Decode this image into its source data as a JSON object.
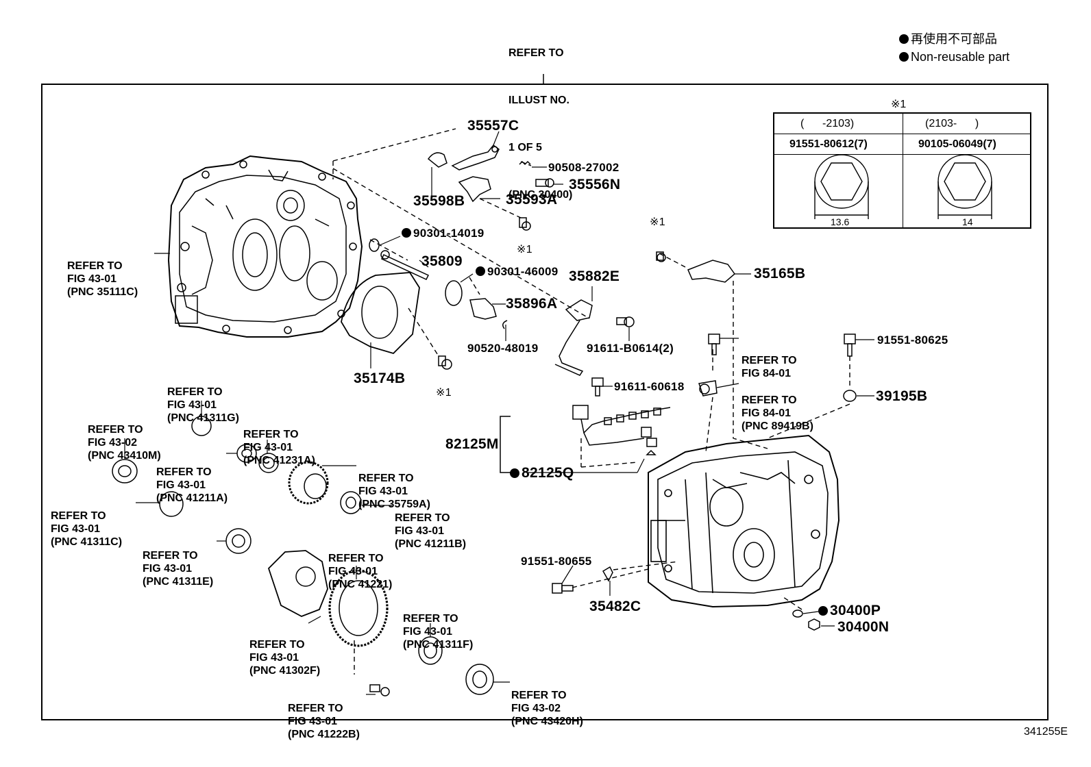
{
  "legend": {
    "ja": "再使用不可部品",
    "en": "Non-reusable part"
  },
  "figure_id": "341255E",
  "top_reference": [
    "REFER TO",
    "ILLUST NO.",
    "1 OF 5",
    "(PNC 30400)"
  ],
  "table": {
    "mark": "※1",
    "col1_range": "(      -2103)",
    "col2_range": "(2103-      )",
    "col1_part": "91551-80612(7)",
    "col2_part": "90105-06049(7)",
    "col1_size": "13.6",
    "col2_size": "14"
  },
  "parts": {
    "p35557C": "35557C",
    "p90508": "90508-27002",
    "p35556N": "35556N",
    "p35598B": "35598B",
    "p35593A": "35593A",
    "p90301_14019": "90301-14019",
    "p35809": "35809",
    "p90301_46009": "90301-46009",
    "p35882E": "35882E",
    "p35896A": "35896A",
    "p90520": "90520-48019",
    "p91611_B0614": "91611-B0614(2)",
    "p35174B": "35174B",
    "p35165B": "35165B",
    "p91551_80625": "91551-80625",
    "p39195B": "39195B",
    "p91611_60618": "91611-60618",
    "p82125M": "82125M",
    "p82125Q": "82125Q",
    "p91551_80655": "91551-80655",
    "p35482C": "35482C",
    "p30400P": "30400P",
    "p30400N": "30400N",
    "mark1a": "※1",
    "mark1b": "※1",
    "mark1c": "※1"
  },
  "refs": {
    "r35111C": [
      "REFER TO",
      "FIG 43-01",
      "(PNC 35111C)"
    ],
    "r41311G": [
      "REFER TO",
      "FIG 43-01",
      "(PNC 41311G)"
    ],
    "r43410M": [
      "REFER TO",
      "FIG 43-02",
      "(PNC 43410M)"
    ],
    "r41231A": [
      "REFER TO",
      "FIG 43-01",
      "(PNC 41231A)"
    ],
    "r41211A": [
      "REFER TO",
      "FIG 43-01",
      "(PNC 41211A)"
    ],
    "r35759A": [
      "REFER TO",
      "FIG 43-01",
      "(PNC 35759A)"
    ],
    "r41311C": [
      "REFER TO",
      "FIG 43-01",
      "(PNC 41311C)"
    ],
    "r41211B": [
      "REFER TO",
      "FIG 43-01",
      "(PNC 41211B)"
    ],
    "r41311E": [
      "REFER TO",
      "FIG 43-01",
      "(PNC 41311E)"
    ],
    "r41221": [
      "REFER TO",
      "FIG 43-01",
      "(PNC 41221)"
    ],
    "r41302F": [
      "REFER TO",
      "FIG 43-01",
      "(PNC 41302F)"
    ],
    "r41311F": [
      "REFER TO",
      "FIG 43-01",
      "(PNC 41311F)"
    ],
    "r41222B": [
      "REFER TO",
      "FIG 43-01",
      "(PNC 41222B)"
    ],
    "r43420H": [
      "REFER TO",
      "FIG 43-02",
      "(PNC 43420H)"
    ],
    "r84_01": [
      "REFER TO",
      "FIG 84-01"
    ],
    "r89419B": [
      "REFER TO",
      "FIG 84-01",
      "(PNC 89419B)"
    ]
  }
}
